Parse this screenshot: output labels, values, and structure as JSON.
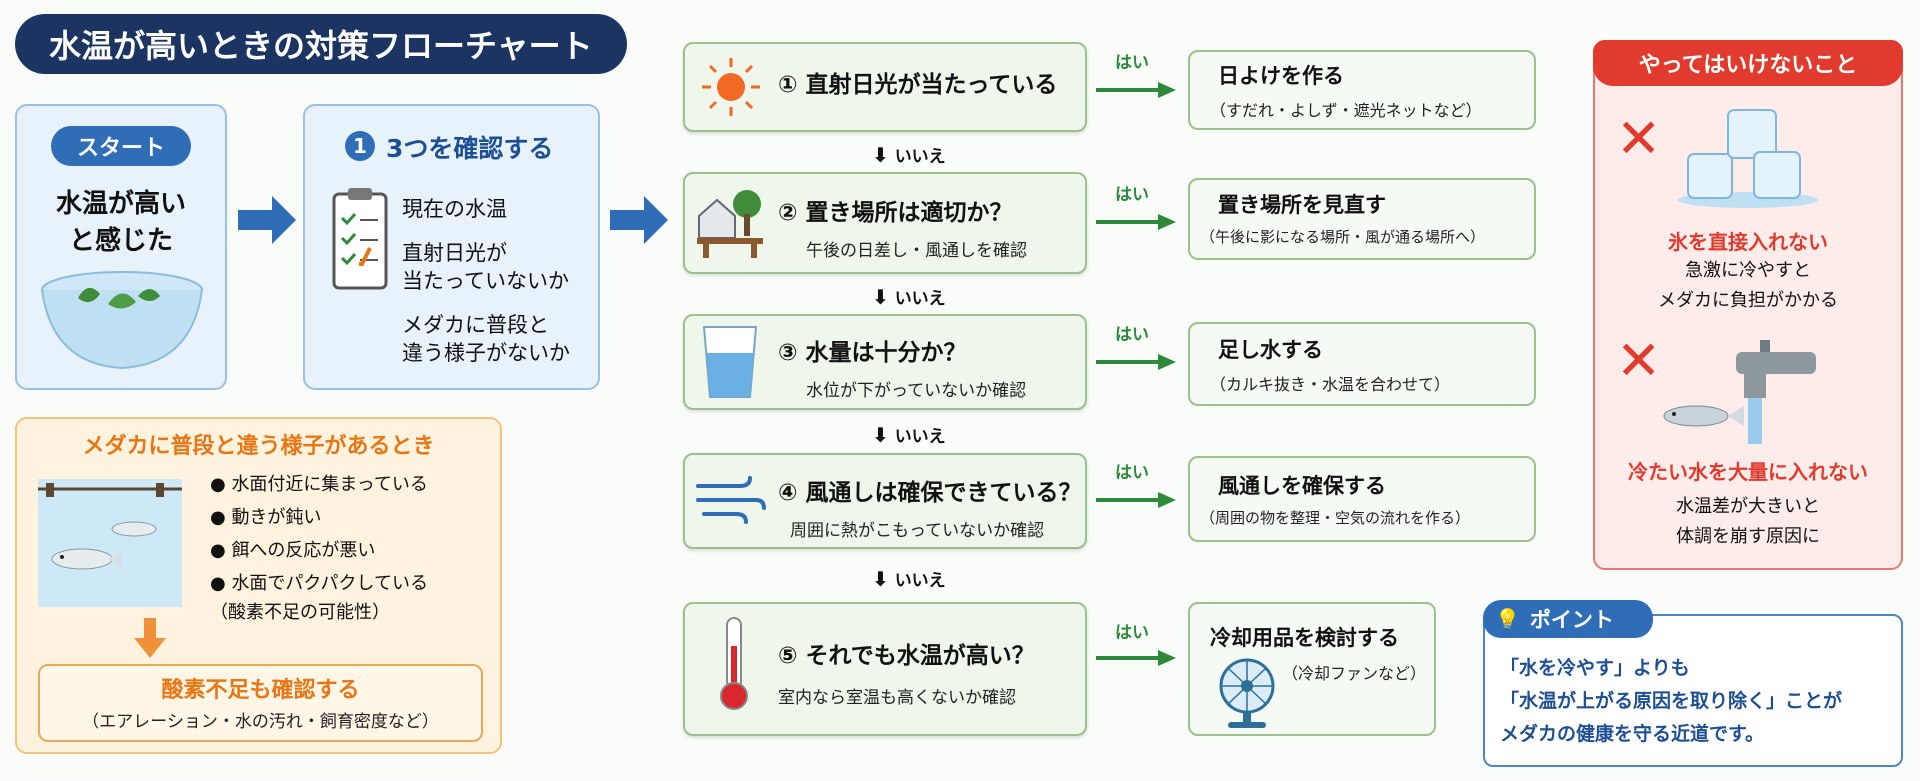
{
  "title": "水温が高いときの対策フローチャート",
  "start": {
    "pill": "スタート",
    "line1": "水温が高い",
    "line2": "と感じた"
  },
  "check": {
    "num": "1",
    "title": "3つを確認する",
    "items": [
      "現在の水温",
      "直射日光が",
      "当たっていないか",
      "メダカに普段と",
      "違う様子がないか"
    ]
  },
  "medaka": {
    "title": "メダカに普段と違う様子があるとき",
    "bullets": [
      "水面付近に集まっている",
      "動きが鈍い",
      "餌への反応が悪い",
      "水面でパクパクしている"
    ],
    "note": "（酸素不足の可能性）",
    "oxygen_title": "酸素不足も確認する",
    "oxygen_sub": "（エアレーション・水の汚れ・飼育密度など）"
  },
  "flow": {
    "yes": "はい",
    "no": "いいえ",
    "steps": [
      {
        "q": "① 直射日光が当たっている",
        "sub": "",
        "a": "日よけを作る",
        "a_sub": "（すだれ・よしず・遮光ネットなど）"
      },
      {
        "q": "② 置き場所は適切か？",
        "sub": "午後の日差し・風通しを確認",
        "a": "置き場所を見直す",
        "a_sub": "（午後に影になる場所・風が通る場所へ）"
      },
      {
        "q": "③ 水量は十分か？",
        "sub": "水位が下がっていないか確認",
        "a": "足し水する",
        "a_sub": "（カルキ抜き・水温を合わせて）"
      },
      {
        "q": "④ 風通しは確保できている？",
        "sub": "周囲に熱がこもっていないか確認",
        "a": "風通しを確保する",
        "a_sub": "（周囲の物を整理・空気の流れを作る）"
      },
      {
        "q": "⑤ それでも水温が高い？",
        "sub": "室内なら室温も高くないか確認",
        "a": "冷却用品を検討する",
        "a_sub": "（冷却ファンなど）"
      }
    ]
  },
  "dont": {
    "title": "やってはいけないこと",
    "items": [
      {
        "title": "氷を直接入れない",
        "l1": "急激に冷やすと",
        "l2": "メダカに負担がかかる"
      },
      {
        "title": "冷たい水を大量に入れない",
        "l1": "水温差が大きいと",
        "l2": "体調を崩す原因に"
      }
    ]
  },
  "point": {
    "label": "ポイント",
    "lines": [
      "「水を冷やす」よりも",
      "「水温が上がる原因を取り除く」ことが",
      "メダカの健康を守る近道です。"
    ]
  }
}
